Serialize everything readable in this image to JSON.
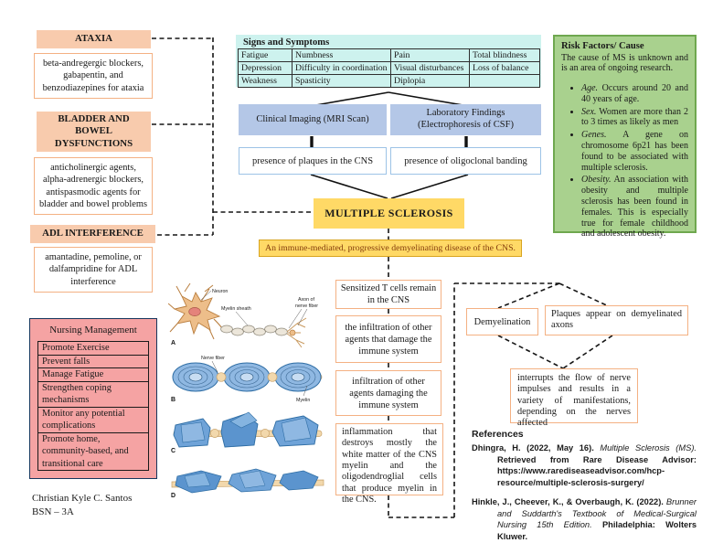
{
  "colors": {
    "peach": "#F8CBAD",
    "peach_border": "#F4B183",
    "cyan": "#CDF2EE",
    "blue": "#B4C7E7",
    "blue_border": "#9DC3E6",
    "gold": "#FFD966",
    "gold_border": "#D8A420",
    "green": "#A9D18E",
    "green_border": "#6FA84F",
    "pink": "#F5A3A3",
    "pink_border": "#17365D",
    "orange_border": "#F4B183"
  },
  "treatments": {
    "ataxia_header": "ATAXIA",
    "ataxia_body": "beta-andregergic blockers, gabapentin, and benzodiazepines for ataxia",
    "bladder_header": "BLADDER AND BOWEL DYSFUNCTIONS",
    "bladder_body": "anticholinergic agents, alpha-adrenergic blockers, antispasmodic agents for bladder and bowel problems",
    "adl_header": "ADL INTERFERENCE",
    "adl_body": "amantadine, pemoline, or dalfampridine for ADL interference"
  },
  "signs_symptoms": {
    "title": "Signs and Symptoms",
    "rows": [
      [
        "Fatigue",
        "Numbness",
        "Pain",
        "Total blindness"
      ],
      [
        "Depression",
        "Difficulty in coordination",
        "Visual disturbances",
        "Loss of balance"
      ],
      [
        "Weakness",
        "Spasticity",
        "Diplopia",
        ""
      ]
    ]
  },
  "diagnostics": {
    "clinical_imaging": "Clinical Imaging (MRI Scan)",
    "laboratory": "Laboratory Findings (Electrophoresis of CSF)",
    "plaques_cns": "presence of plaques in the CNS",
    "oligoclonal": "presence of oligoclonal banding"
  },
  "central": {
    "title": "MULTIPLE SCLEROSIS",
    "definition": "An immune-mediated, progressive demyelinating disease of the CNS."
  },
  "risk_factors": {
    "title": "Risk Factors/ Cause",
    "intro": "The cause of MS is unknown and is an area of ongoing research.",
    "bullets": [
      {
        "lead": "Age.",
        "text": " Occurs around 20 and 40 years of age."
      },
      {
        "lead": "Sex.",
        "text": " Women are more than 2 to 3 times as likely as men"
      },
      {
        "lead": "Genes.",
        "text": " A gene on chromosome 6p21 has been found to be associated with multiple sclerosis."
      },
      {
        "lead": "Obesity.",
        "text": " An association with obesity and multiple sclerosis has been found in females. This is especially true for female childhood and adolescent obesity."
      }
    ]
  },
  "pathophysiology": {
    "steps": [
      "Sensitized T cells remain in the CNS",
      "the infiltration of other agents that damage the immune system",
      "infiltration of other agents damaging the immune system",
      "inflammation that destroys mostly the white matter of the CNS myelin and the oligodendroglial cells that produce myelin in the CNS."
    ],
    "demyelination": "Demyelination",
    "plaques_axons": "Plaques appear on demyelinated axons",
    "interrupts": "interrupts the flow of nerve impulses and results in a variety of manifestations, depending on the nerves affected"
  },
  "nursing": {
    "title": "Nursing Management",
    "items": [
      "Promote Exercise",
      "Prevent falls",
      "Manage Fatigue",
      "Strengthen coping mechanisms",
      "Monitor any potential complications",
      "Promote home, community-based, and transitional care"
    ]
  },
  "illustration": {
    "labels": {
      "neuron": "Neuron",
      "myelin_sheath": "Myelin sheath",
      "axon1": "Axon of",
      "axon2": "nerve fiber",
      "nerve_fiber": "Nerve fiber",
      "myelin": "Myelin",
      "panel_a": "A",
      "panel_b": "B",
      "panel_c": "C",
      "panel_d": "D"
    }
  },
  "references": {
    "title": "References",
    "items": [
      {
        "pre": "Dhingra, H. (2022, May 16). ",
        "italic": "Multiple Sclerosis (MS).",
        "post": " Retrieved from Rare Disease Advisor: https://www.rarediseaseadvisor.com/hcp-resource/multiple-sclerosis-surgery/"
      },
      {
        "pre": "Hinkle, J., Cheever, K., & Overbaugh, K. (2022). ",
        "italic": "Brunner and Suddarth's Textbook of Medical-Surgical Nursing 15th Edition.",
        "post": " Philadelphia: Wolters Kluwer."
      }
    ]
  },
  "author": {
    "name": "Christian Kyle C. Santos",
    "class": "BSN – 3A"
  }
}
